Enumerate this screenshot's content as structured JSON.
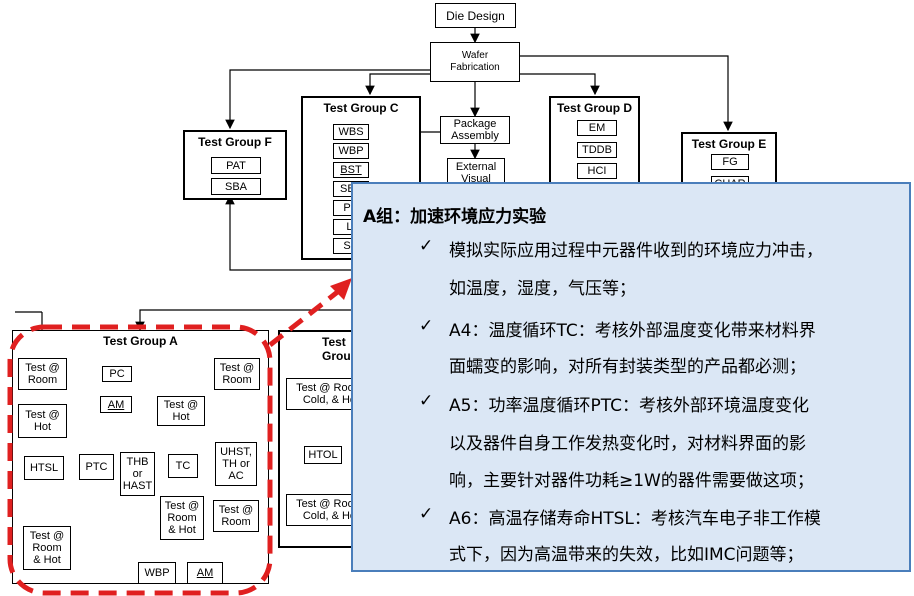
{
  "flow": {
    "die_design": "Die Design",
    "wafer_fab": "Wafer\nFabrication",
    "package_assembly": "Package\nAssembly",
    "external_visual": "External\nVisual"
  },
  "group_f": {
    "title": "Test Group F",
    "items": [
      "PAT",
      "SBA"
    ]
  },
  "group_c": {
    "title": "Test Group C",
    "items": [
      "WBS",
      "WBP",
      "BST",
      "SBS",
      "PD",
      "LI",
      "SD"
    ]
  },
  "group_d": {
    "title": "Test Group D",
    "items": [
      "EM",
      "TDDB",
      "HCI"
    ]
  },
  "group_e": {
    "title": "Test Group E",
    "items": [
      "FG",
      "CHAR"
    ]
  },
  "group_a": {
    "title": "Test Group A",
    "test_room": "Test @\nRoom",
    "pc": "PC",
    "am": "AM",
    "test_room2": "Test @\nRoom",
    "test_hot": "Test @\nHot",
    "test_hot2": "Test @\nHot",
    "htsl": "HTSL",
    "ptc": "PTC",
    "thb": "THB\nor\nHAST",
    "tc": "TC",
    "uhst": "UHST,\nTH or\nAC",
    "test_room_hot_tc": "Test @\nRoom\n& Hot",
    "test_room3": "Test @\nRoom",
    "test_room_hot": "Test @\nRoom\n& Hot",
    "wbp": "WBP",
    "am2": "AM"
  },
  "group_b": {
    "title": "Test Group B",
    "test_cold": "Test @ Room,\nCold, & Hot",
    "htol": "HTOL",
    "test_cold2": "Test @ Room,\nCold, & Hot"
  },
  "callout": {
    "title": "A组：加速环境应力实验",
    "check": "✓",
    "lines": [
      "模拟实际应用过程中元器件收到的环境应力冲击，",
      "如温度，湿度，气压等；",
      "A4：温度循环TC：考核外部温度变化带来材料界",
      "面蠕变的影响，对所有封装类型的产品都必测；",
      "A5：功率温度循环PTC：考核外部环境温度变化",
      "以及器件自身工作发热变化时，对材料界面的影",
      "响，主要针对器件功耗≥1W的器件需要做这项；",
      "A6：高温存储寿命HTSL：考核汽车电子非工作模",
      "式下，因为高温带来的失效，比如IMC问题等；"
    ]
  }
}
